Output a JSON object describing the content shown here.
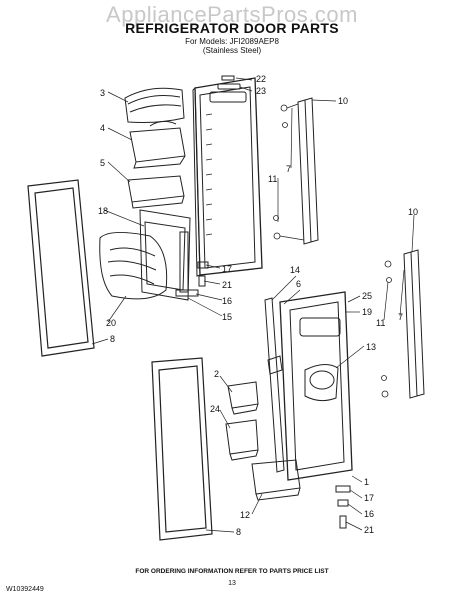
{
  "header": {
    "watermark": "AppliancePartsPros.com",
    "title": "REFRIGERATOR DOOR PARTS",
    "models_line": "For Models: JFI2089AEP8",
    "finish_line": "(Stainless Steel)"
  },
  "callouts": {
    "c22": "22",
    "c23": "23",
    "c10a": "10",
    "c3": "3",
    "c4": "4",
    "c5": "5",
    "c11a": "11",
    "c7a": "7",
    "c18": "18",
    "c17a": "17",
    "c21a": "21",
    "c16a": "16",
    "c15": "15",
    "c20": "20",
    "c8a": "8",
    "c14": "14",
    "c6": "6",
    "c10b": "10",
    "c25": "25",
    "c19": "19",
    "c11b": "11",
    "c7b": "7",
    "c13": "13",
    "c2": "2",
    "c24": "24",
    "c1": "1",
    "c17b": "17",
    "c16b": "16",
    "c21b": "21",
    "c12": "12",
    "c8b": "8"
  },
  "footer": {
    "instructions": "FOR ORDERING INFORMATION REFER TO PARTS PRICE LIST",
    "doc_number": "W10392449",
    "page_number": "13"
  }
}
